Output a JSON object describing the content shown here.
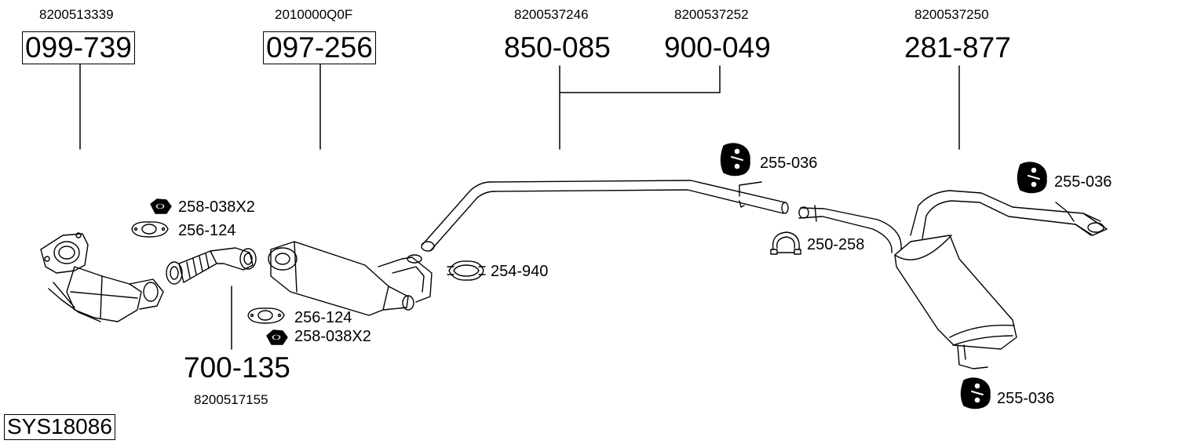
{
  "oem_numbers": {
    "cat": "8200513339",
    "dpf": "2010000Q0F",
    "mid": "8200537246",
    "mid_kit": "8200537252",
    "rear": "8200537250",
    "flex": "8200517155"
  },
  "part_numbers": {
    "cat": "099-739",
    "dpf": "097-256",
    "mid": "850-085",
    "mid_kit": "900-049",
    "rear": "281-877",
    "flex": "700-135"
  },
  "fittings": {
    "nut_top": "258-038X2",
    "gasket_top": "256-124",
    "gasket_bottom": "256-124",
    "nut_bottom": "258-038X2",
    "clamp_dpf": "254-940",
    "clamp_mid": "250-258",
    "hanger_mid": "255-036",
    "hanger_rear_top": "255-036",
    "hanger_rear_bottom": "255-036"
  },
  "system_code": "SYS18086"
}
